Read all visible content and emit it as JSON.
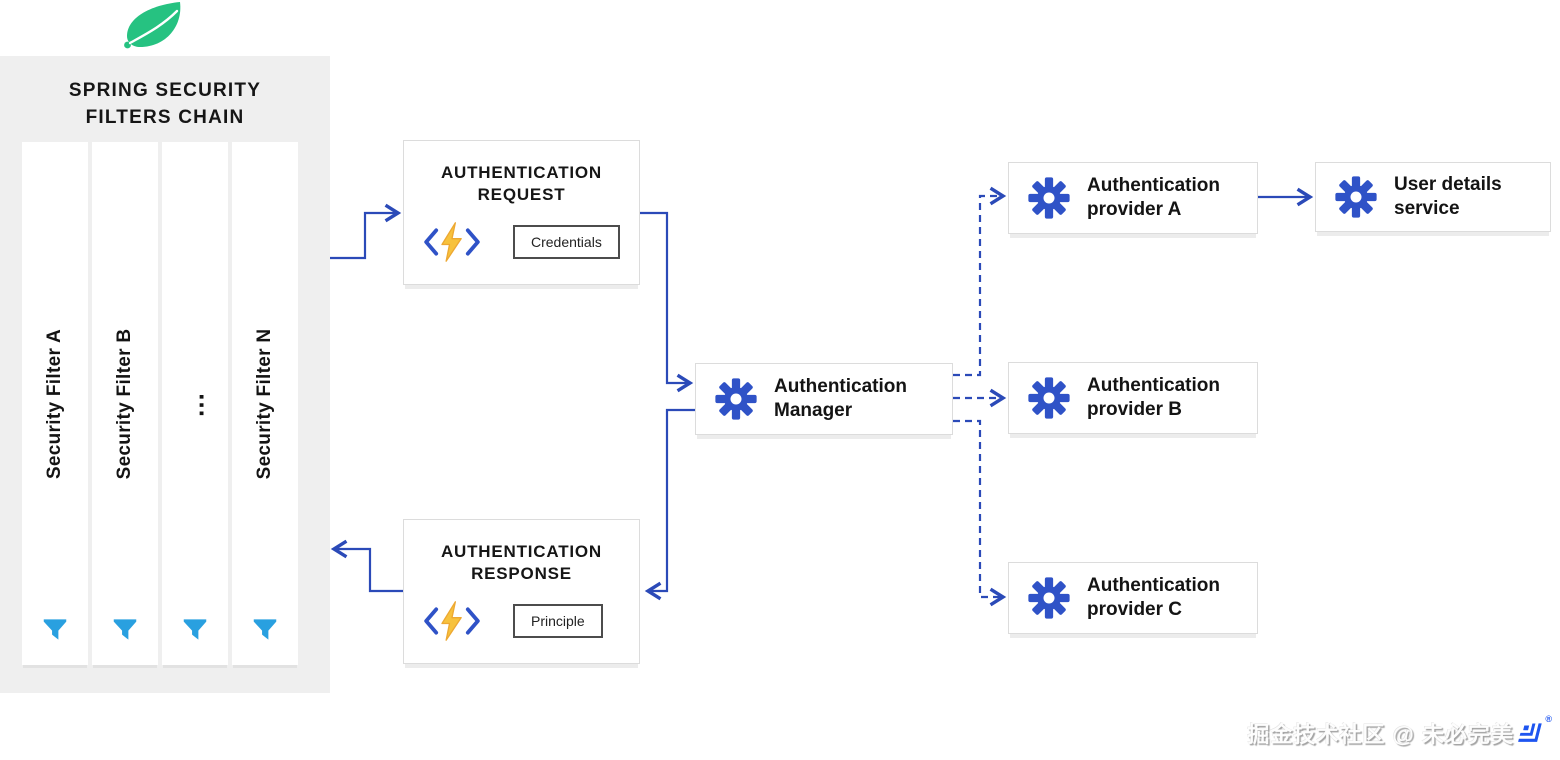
{
  "colors": {
    "line_blue": "#2b4ab8",
    "gear_blue": "#2f52c7",
    "funnel_blue": "#29a0e0",
    "leaf_green": "#26c281",
    "bolt_gold": "#f7c23d",
    "panel_gray": "#efefef",
    "juejin_blue": "#1e55f0"
  },
  "filters_chain": {
    "title_line1": "SPRING SECURITY",
    "title_line2": "FILTERS CHAIN",
    "filters": [
      "Security Filter A",
      "Security Filter B",
      "…",
      "Security Filter N"
    ]
  },
  "request": {
    "title_line1": "AUTHENTICATION",
    "title_line2": "REQUEST",
    "payload": "Credentials"
  },
  "response": {
    "title_line1": "AUTHENTICATION",
    "title_line2": "RESPONSE",
    "payload": "Principle"
  },
  "manager": {
    "line1": "Authentication",
    "line2": "Manager"
  },
  "providers": [
    {
      "line1": "Authentication",
      "line2": "provider A"
    },
    {
      "line1": "Authentication",
      "line2": "provider B"
    },
    {
      "line1": "Authentication",
      "line2": "provider C"
    }
  ],
  "user_details": {
    "line1": "User details",
    "line2": "service"
  },
  "icons": {
    "leaf": "spring-leaf-icon",
    "gear": "gear-icon",
    "funnel": "filter-funnel-icon",
    "code": "code-brackets-lightning-icon",
    "logo": "juejin-logo-icon"
  },
  "watermark": {
    "text": "掘金技术社区 @ 未必完美",
    "reg": "®"
  }
}
